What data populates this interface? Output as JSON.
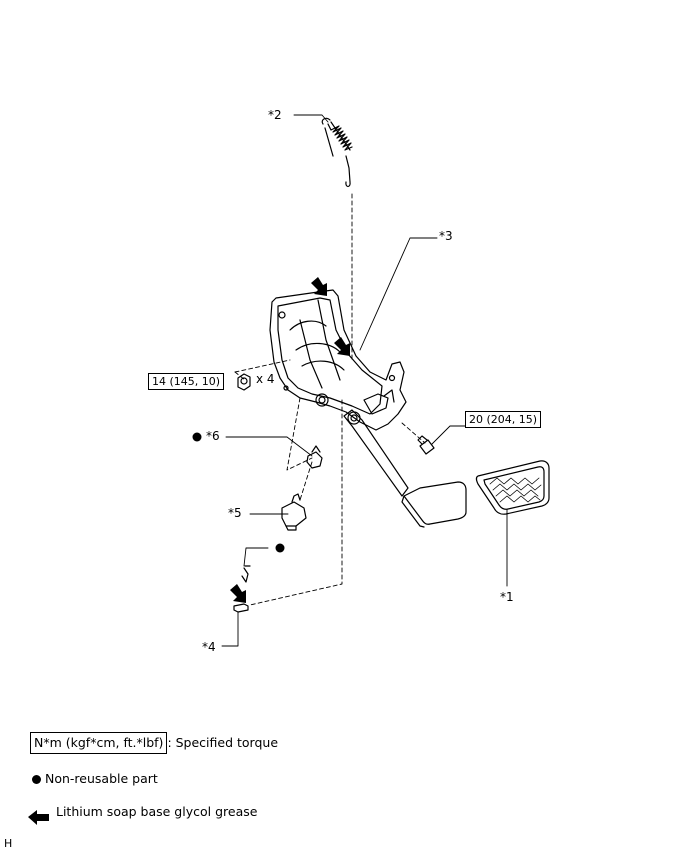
{
  "callouts": {
    "c1": "*1",
    "c2": "*2",
    "c3": "*3",
    "c4": "*4",
    "c5": "*5",
    "c6": "*6"
  },
  "torques": {
    "nut": "14 (145, 10)",
    "nut_qty": "x 4",
    "bolt": "20 (204, 15)"
  },
  "legend": {
    "torque_box": "N*m (kgf*cm, ft.*lbf)",
    "torque_text": ": Specified torque",
    "nonreusable_text": "Non-reusable part",
    "grease_text": "Lithium soap base glycol grease"
  },
  "corner_mark": "H",
  "icons": {
    "dot": "non-reusable-dot-icon",
    "arrow": "grease-arrow-icon"
  }
}
